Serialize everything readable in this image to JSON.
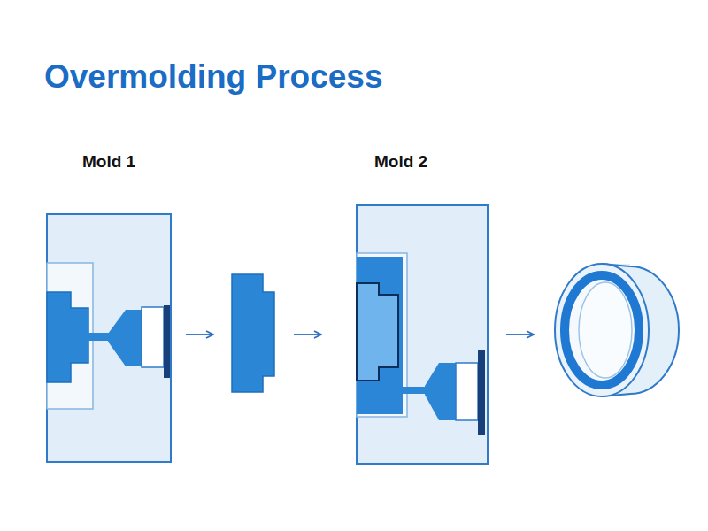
{
  "diagram": {
    "title": "Overmolding Process",
    "nodes": [
      {
        "text": [
          "Mold 1"
        ]
      },
      {
        "text": [
          "Mold 2"
        ]
      }
    ]
  }
}
